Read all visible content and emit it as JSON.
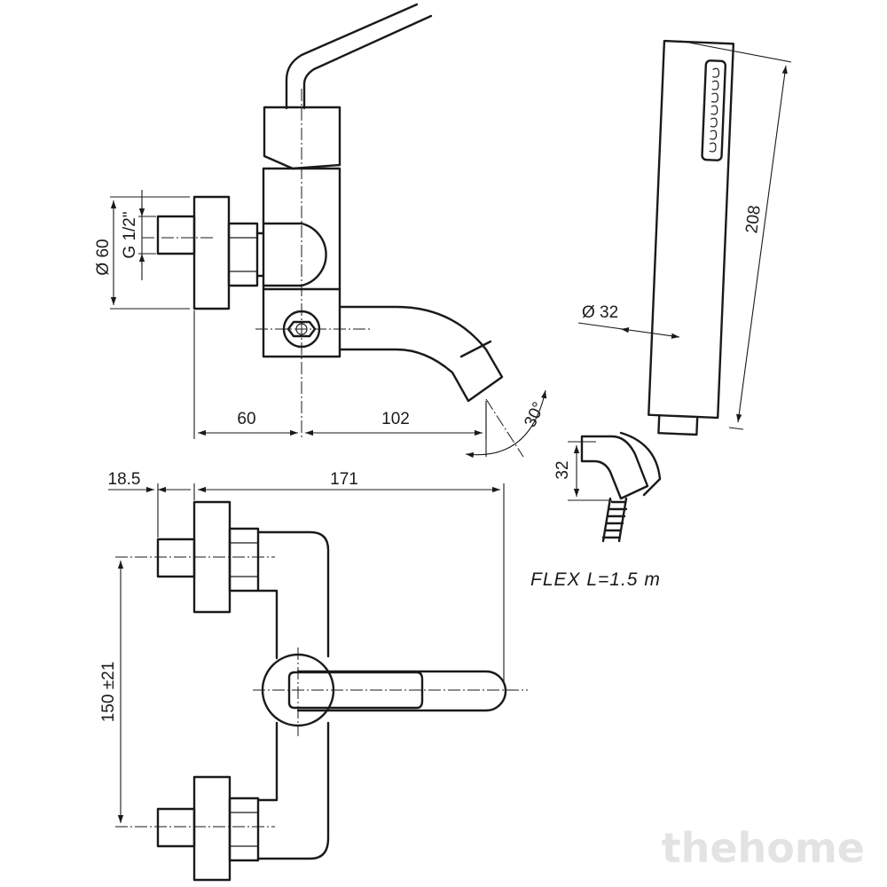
{
  "dimensions": {
    "inlet_diameter": "Ø 60",
    "thread": "G 1/2\"",
    "body_offset": "60",
    "spout_reach": "102",
    "spout_angle": "30°",
    "handshower_diameter": "Ø 32",
    "handshower_length": "208",
    "holder_height": "32",
    "eccentric_offset": "18.5",
    "total_depth": "171",
    "centre_distance": "150 ±21"
  },
  "notes": {
    "hose": "FLEX  L=1.5  m"
  },
  "watermark": "thehome"
}
